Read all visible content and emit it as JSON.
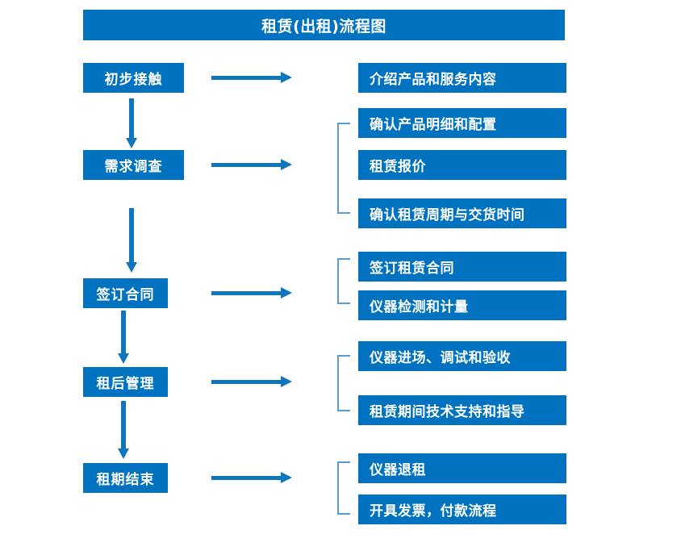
{
  "title": "租赁(出租)流程图",
  "colors": {
    "primary": "#0072c0",
    "arrow": "#0f75bc",
    "bracket": "#5b9bd5",
    "text": "#ffffff",
    "background": "#ffffff"
  },
  "stages": [
    {
      "label": "初步接触"
    },
    {
      "label": "需求调查"
    },
    {
      "label": "签订合同"
    },
    {
      "label": "租后管理"
    },
    {
      "label": "租期结束"
    }
  ],
  "details": {
    "group1": [
      {
        "label": "介绍产品和服务内容"
      }
    ],
    "group2": [
      {
        "label": "确认产品明细和配置"
      },
      {
        "label": "租赁报价"
      },
      {
        "label": "确认租赁周期与交货时间"
      }
    ],
    "group3": [
      {
        "label": "签订租赁合同"
      },
      {
        "label": "仪器检测和计量"
      }
    ],
    "group4": [
      {
        "label": "仪器进场、调试和验收"
      },
      {
        "label": "租赁期间技术支持和指导"
      }
    ],
    "group5": [
      {
        "label": "仪器退租"
      },
      {
        "label": "开具发票，付款流程"
      }
    ]
  },
  "connectors": {
    "horizontal_arrows": 5,
    "vertical_arrows": 4,
    "brackets": 4
  }
}
